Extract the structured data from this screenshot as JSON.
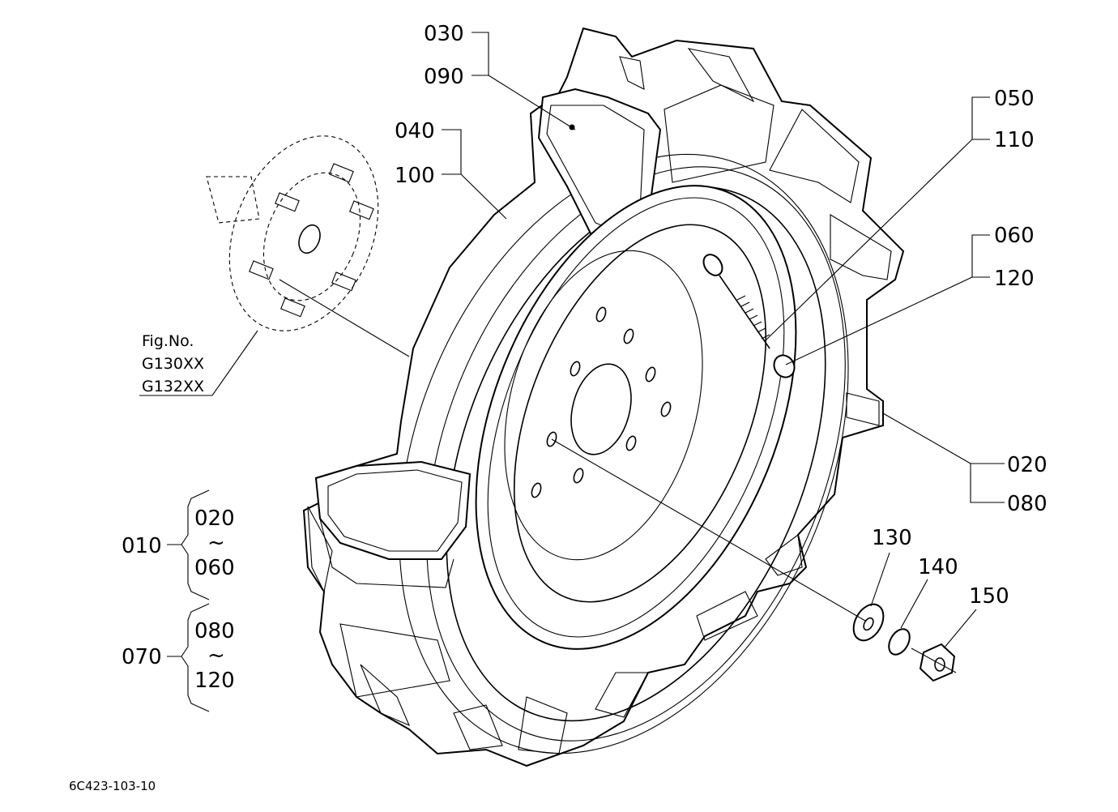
{
  "callouts": {
    "c030": "030",
    "c090": "090",
    "c040": "040",
    "c100": "100",
    "c050": "050",
    "c110": "110",
    "c060": "060",
    "c120": "120",
    "c020": "020",
    "c080": "080",
    "c130": "130",
    "c140": "140",
    "c150": "150"
  },
  "groups": {
    "g010": {
      "label": "010",
      "from": "020",
      "tilde": "~",
      "to": "060"
    },
    "g070": {
      "label": "070",
      "from": "080",
      "tilde": "~",
      "to": "120"
    }
  },
  "figure_ref": {
    "line1": "Fig.No.",
    "line2": "G130XX",
    "line3": "G132XX"
  },
  "drawing_number": "6C423-103-10"
}
